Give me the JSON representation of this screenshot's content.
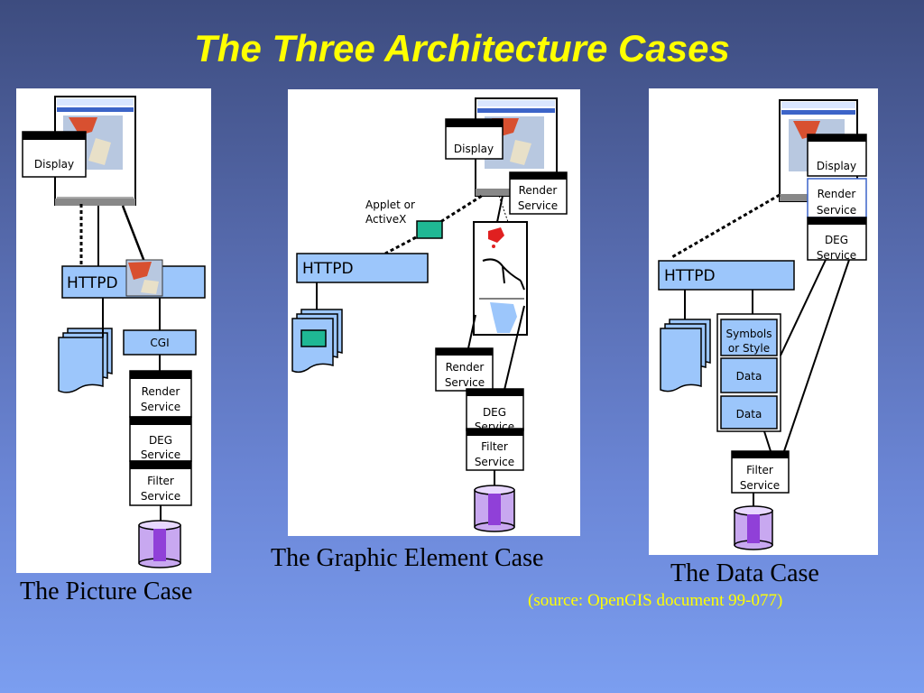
{
  "title": "The Three Architecture Cases",
  "picture_case": {
    "caption": "The Picture Case",
    "display": "Display",
    "httpd": "HTTPD",
    "cgi": "CGI",
    "render": [
      "Render",
      "Service"
    ],
    "deg": [
      "DEG",
      "Service"
    ],
    "filter": [
      "Filter",
      "Service"
    ]
  },
  "graphic_case": {
    "caption": "The Graphic Element Case",
    "display": "Display",
    "render_top": [
      "Render",
      "Service"
    ],
    "applet": [
      "Applet or",
      "ActiveX"
    ],
    "httpd": "HTTPD",
    "render_mid": [
      "Render",
      "Service"
    ],
    "deg": [
      "DEG",
      "Service"
    ],
    "filter": [
      "Filter",
      "Service"
    ]
  },
  "data_case": {
    "caption": "The Data Case",
    "display": "Display",
    "render": [
      "Render",
      "Service"
    ],
    "deg": [
      "DEG",
      "Service"
    ],
    "httpd": "HTTPD",
    "symbols": [
      "Symbols",
      "or Style"
    ],
    "data1": "Data",
    "data2": "Data",
    "filter": [
      "Filter",
      "Service"
    ]
  },
  "source": "(source: OpenGIS document 99-077)",
  "colors": {
    "title": "#ffff00",
    "box_blue": "#9cc6fb",
    "applet_green": "#1fb894",
    "database": "#c8a8f0"
  }
}
